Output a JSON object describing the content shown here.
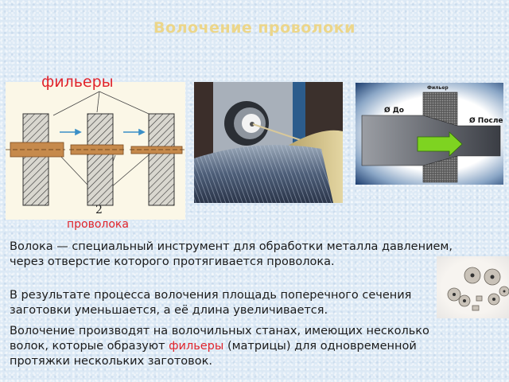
{
  "slide": {
    "title": "Волочение проволоки",
    "labels": {
      "dies": "фильеры",
      "wire": "проволока",
      "diagram_number": "2"
    },
    "scheme": {
      "die_label": "Фильер",
      "before_label": "Ø До",
      "after_label": "Ø После"
    },
    "paragraphs": {
      "p1": "Волока — специальный инструмент для обработки металла давлением, через отверстие которого протягивается проволока.",
      "p2": "В результате процесса волочения площадь поперечного сечения заготовки уменьшается, а её длина увеличивается.",
      "p3_before": "Волочение производят на волочильных станах, имеющих несколько волок, которые образуют ",
      "p3_highlight": "фильеры",
      "p3_after": " (матрицы) для одновременной протяжки нескольких заготовок."
    },
    "colors": {
      "title": "#ecd68a",
      "highlight": "#e0242c",
      "text": "#1b1b1b",
      "arrow_green": "#7ed321"
    },
    "images": [
      {
        "name": "drawing-process-diagram"
      },
      {
        "name": "wire-drawing-machine-photo"
      },
      {
        "name": "die-cross-section-scheme"
      },
      {
        "name": "drawing-dies-photo"
      }
    ]
  }
}
